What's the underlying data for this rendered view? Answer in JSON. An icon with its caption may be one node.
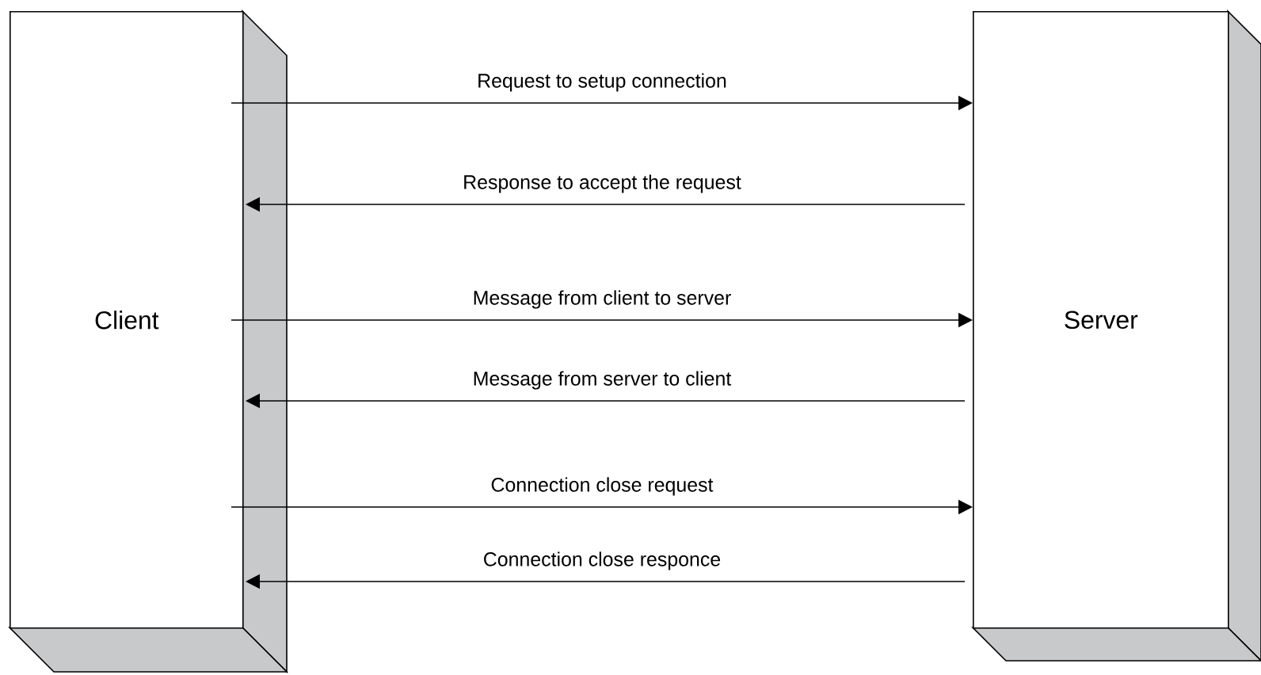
{
  "diagram": {
    "nodes": [
      {
        "text": [
          "Client"
        ]
      },
      {
        "text": [
          "Server"
        ]
      }
    ],
    "edges": [
      {
        "from": 0,
        "to": 1,
        "arrow": "to",
        "label": "Request to setup connection"
      },
      {
        "from": 1,
        "to": 0,
        "arrow": "to",
        "label": "Response to accept the request"
      },
      {
        "from": 0,
        "to": 1,
        "arrow": "to",
        "label": "Message from client to server"
      },
      {
        "from": 1,
        "to": 0,
        "arrow": "to",
        "label": "Message from server to client"
      },
      {
        "from": 0,
        "to": 1,
        "arrow": "to",
        "label": "Connection close request"
      },
      {
        "from": 1,
        "to": 0,
        "arrow": "to",
        "label": "Connection close responce"
      }
    ]
  }
}
